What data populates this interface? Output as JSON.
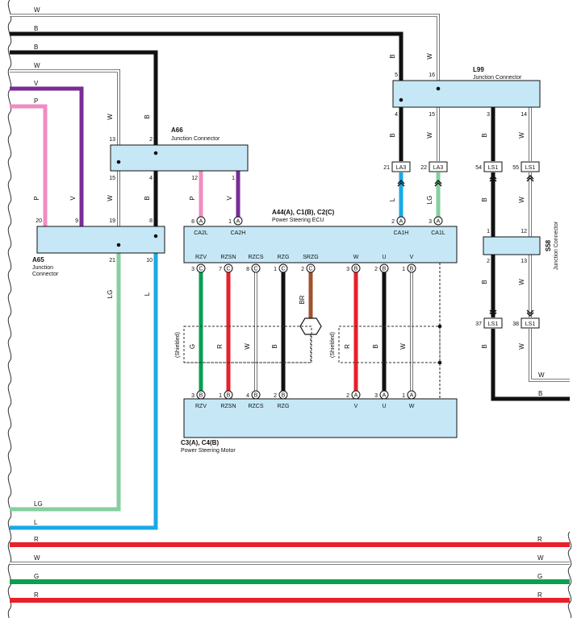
{
  "colors": {
    "B": "#111111",
    "W": "#ffffff",
    "P": "#f08cc0",
    "V": "#7a2c96",
    "L": "#1aa9e6",
    "LG": "#86cfa0",
    "G": "#05a050",
    "R": "#e8202a",
    "BR": "#a0522d",
    "box": "#c6e8f6"
  },
  "connectors": {
    "l99": {
      "id": "L99",
      "name": "Junction Connector"
    },
    "a66": {
      "id": "A66",
      "name": "Junction Connector"
    },
    "a65": {
      "id": "A65",
      "name": "Junction\nConnector"
    },
    "ecu": {
      "id": "A44(A), C1(B), C2(C)",
      "name": "Power Steering ECU"
    },
    "motor": {
      "id": "C3(A), C4(B)",
      "name": "Power Steering Motor"
    },
    "s58": {
      "id": "S58",
      "name": "Junction Connector"
    }
  },
  "pins": {
    "l99": [
      "5",
      "16",
      "4",
      "15",
      "3",
      "14"
    ],
    "a66": [
      "13",
      "2",
      "15",
      "4",
      "12",
      "1"
    ],
    "a65": [
      "20",
      "9",
      "19",
      "8",
      "21",
      "10"
    ],
    "s58": [
      "1",
      "12",
      "2",
      "13"
    ]
  },
  "inline_connectors": [
    {
      "pin": "21",
      "code": "LA3"
    },
    {
      "pin": "22",
      "code": "LA3"
    },
    {
      "pin": "54",
      "code": "LS1"
    },
    {
      "pin": "55",
      "code": "LS1"
    },
    {
      "pin": "37",
      "code": "LS1"
    },
    {
      "pin": "38",
      "code": "LS1"
    }
  ],
  "ecu_top_terms": [
    {
      "pin": "8",
      "letter": "A",
      "name": "CA2L"
    },
    {
      "pin": "1",
      "letter": "A",
      "name": "CA2H"
    },
    {
      "pin": "2",
      "letter": "A",
      "name": "CA1H"
    },
    {
      "pin": "3",
      "letter": "A",
      "name": "CA1L"
    }
  ],
  "ecu_bottom_terms": [
    {
      "pin": "3",
      "letter": "C",
      "name": "RZV"
    },
    {
      "pin": "7",
      "letter": "C",
      "name": "RZSN"
    },
    {
      "pin": "8",
      "letter": "C",
      "name": "RZCS"
    },
    {
      "pin": "1",
      "letter": "C",
      "name": "RZG"
    },
    {
      "pin": "2",
      "letter": "C",
      "name": "SRZG"
    },
    {
      "pin": "3",
      "letter": "B",
      "name": "W"
    },
    {
      "pin": "2",
      "letter": "B",
      "name": "U"
    },
    {
      "pin": "1",
      "letter": "B",
      "name": "V"
    }
  ],
  "motor_terms": [
    {
      "pin": "3",
      "letter": "B",
      "name": "RZV"
    },
    {
      "pin": "1",
      "letter": "B",
      "name": "RZSN"
    },
    {
      "pin": "4",
      "letter": "B",
      "name": "RZCS"
    },
    {
      "pin": "2",
      "letter": "B",
      "name": "RZG"
    },
    {
      "pin": "2",
      "letter": "A",
      "name": "V"
    },
    {
      "pin": "3",
      "letter": "A",
      "name": "U"
    },
    {
      "pin": "1",
      "letter": "A",
      "name": "W"
    }
  ],
  "wire_labels": {
    "left_top": [
      "W",
      "B",
      "B",
      "W",
      "V",
      "P"
    ],
    "left_bottom": [
      "LG",
      "L"
    ],
    "a66_up": [
      "W",
      "B"
    ],
    "a66_down": [
      "W",
      "B",
      "P",
      "V"
    ],
    "a65_up": [
      "P",
      "V",
      "W",
      "B"
    ],
    "a65_down": [
      "LG",
      "L"
    ],
    "l99_up": [
      "B",
      "W"
    ],
    "l99_down": [
      "B",
      "W",
      "B",
      "W"
    ],
    "ecu_top": [
      "L",
      "LG"
    ],
    "shielded_left": [
      "G",
      "R",
      "W",
      "B"
    ],
    "shielded_right": [
      "R",
      "B",
      "W"
    ],
    "srzg": "BR",
    "s58": [
      "B",
      "W",
      "B",
      "W"
    ],
    "s58_below": [
      "B",
      "W"
    ],
    "right_exit": [
      "W",
      "B"
    ],
    "bus": [
      "R",
      "W",
      "G",
      "R"
    ]
  },
  "shield_label": "(Shielded)"
}
